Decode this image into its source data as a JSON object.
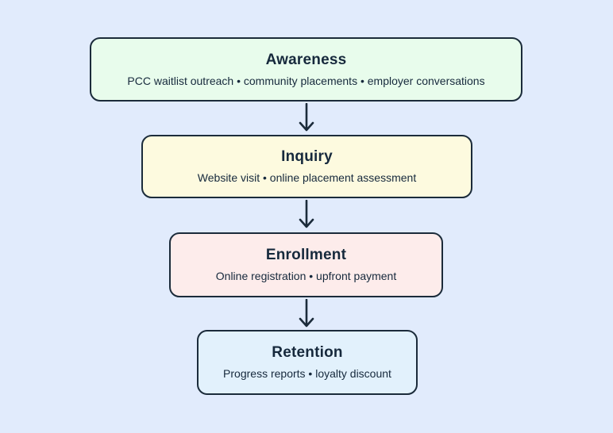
{
  "diagram": {
    "stages": [
      {
        "name": "Awareness",
        "details": "PCC waitlist outreach • community placements • employer conversations",
        "fill": "#e8fcec"
      },
      {
        "name": "Inquiry",
        "details": "Website visit • online placement assessment",
        "fill": "#fdfadf"
      },
      {
        "name": "Enrollment",
        "details": "Online registration • upfront payment",
        "fill": "#fdeceb"
      },
      {
        "name": "Retention",
        "details": "Progress reports • loyalty discount",
        "fill": "#e2f1fc"
      }
    ],
    "colors": {
      "background": "#e1ebfc",
      "outline": "#1b2b3a",
      "text": "#16293c",
      "arrow": "#1b2b3a"
    }
  }
}
